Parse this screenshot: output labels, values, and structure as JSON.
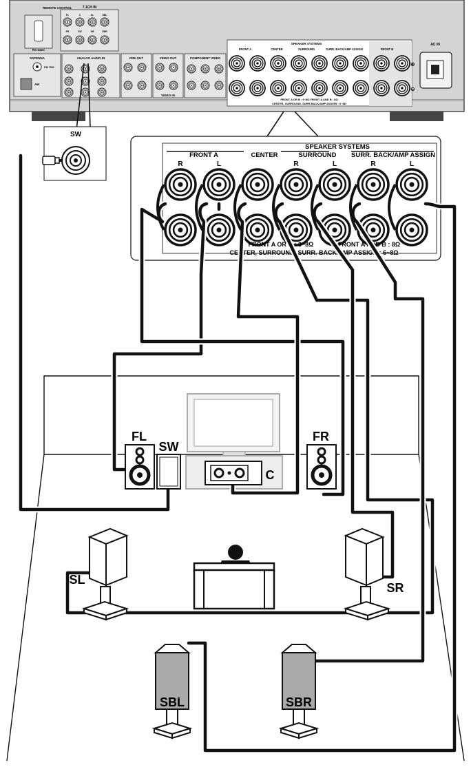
{
  "rear_panel": {
    "remote_label": "REMOTE CONTROL",
    "multi_in_label": "7.1CH IN",
    "ch_labels": [
      "FL",
      "C",
      "SL",
      "SBL",
      "FR",
      "SW",
      "SR",
      "SBR"
    ],
    "rs232c_label": "RS-232C",
    "antenna_label": "ANTENNA",
    "fm_label": "FM 75Ω",
    "am_label": "AM",
    "analog_audio_label": "ANALOG AUDIO IN",
    "pre_out_label": "PRE OUT",
    "video_out_label": "VIDEO OUT",
    "video_in_label": "VIDEO IN",
    "component_label": "COMPONENT VIDEO",
    "ac_in_label": "AC IN",
    "speaker_systems_label": "SPEAKER SYSTEMS",
    "small_groups": [
      "FRONT A",
      "CENTER",
      "SURROUND",
      "SURR. BACK/AMP ASSIGN",
      "FRONT B"
    ],
    "small_impedance": [
      "FRONT A OR B : 6~8Ω   FRONT A AND B : 8Ω",
      "CENTER, SURROUND, SURR.BACK/AMP ASSIGN : 6~8Ω"
    ]
  },
  "sw_callout": {
    "label": "SW"
  },
  "speaker_panel": {
    "title": "SPEAKER SYSTEMS",
    "groups": [
      {
        "name": "FRONT A",
        "channels": [
          "R",
          "L"
        ]
      },
      {
        "name": "CENTER",
        "channels": []
      },
      {
        "name": "SURROUND",
        "channels": [
          "R",
          "L"
        ]
      },
      {
        "name": "SURR. BACK/AMP ASSIGN",
        "channels": [
          "R",
          "L"
        ]
      }
    ],
    "impedance_line1": "FRONT A OR B : 6~8Ω",
    "impedance_line1b": "FRONT A AND B : 8Ω",
    "impedance_line2": "CENTER, SURROUND, SURR. BACK/AMP ASSIGN : 6~8Ω"
  },
  "speakers": {
    "fl": "FL",
    "sw": "SW",
    "fr": "FR",
    "c": "C",
    "sl": "SL",
    "sr": "SR",
    "sbl": "SBL",
    "sbr": "SBR"
  },
  "colors": {
    "panel_gray": "#d4d4d4",
    "speaker_gray": "#aaaaaa",
    "wire": "#111111"
  }
}
